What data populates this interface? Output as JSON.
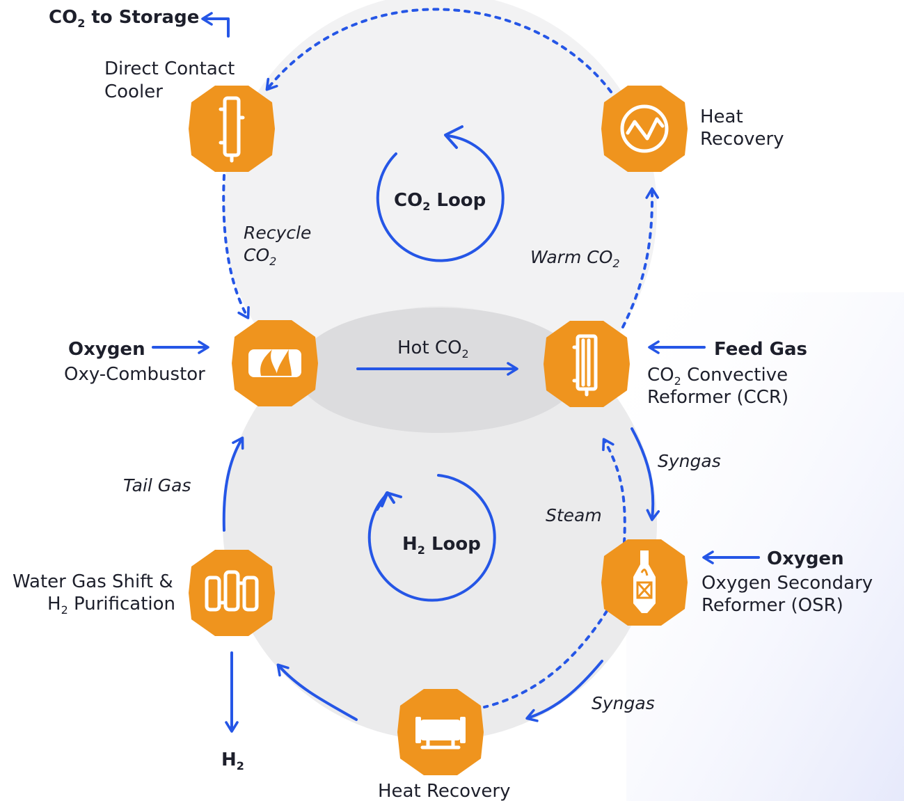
{
  "colors": {
    "accent": "#ef941e",
    "arrow": "#2556e6",
    "text": "#1d1f2b",
    "loop_bg": "#e8e8ea"
  },
  "labels": {
    "co2_to_storage": {
      "main": "CO",
      "sub": "2",
      "tail": " to Storage"
    },
    "direct_contact_cooler": {
      "line1": "Direct Contact",
      "line2": "Cooler"
    },
    "heat_recovery_top": {
      "line1": "Heat",
      "line2": "Recovery"
    },
    "co2_loop": {
      "main": "CO",
      "sub": "2",
      "tail": " Loop"
    },
    "recycle_co2": {
      "line1": "Recycle",
      "line2_main": "CO",
      "line2_sub": "2"
    },
    "warm_co2": {
      "main": "Warm CO",
      "sub": "2"
    },
    "oxygen_left": "Oxygen",
    "oxy_combustor": "Oxy-Combustor",
    "hot_co2": {
      "main": "Hot CO",
      "sub": "2"
    },
    "feed_gas": "Feed Gas",
    "ccr": {
      "line1_main": "CO",
      "line1_sub": "2",
      "line1_tail": " Convective",
      "line2": "Reformer (CCR)"
    },
    "syngas_upper": "Syngas",
    "tail_gas": "Tail Gas",
    "steam": "Steam",
    "h2_loop": {
      "main": "H",
      "sub": "2",
      "tail": " Loop"
    },
    "oxygen_right": "Oxygen",
    "osr": {
      "line1": "Oxygen Secondary",
      "line2": "Reformer (OSR)"
    },
    "wgs": {
      "line1": "Water Gas Shift &",
      "line2_main": "H",
      "line2_sub": "2",
      "line2_tail": " Purification"
    },
    "syngas_lower": "Syngas",
    "h2_output": {
      "main": "H",
      "sub": "2"
    },
    "heat_recovery_bottom": "Heat Recovery"
  },
  "icons": {
    "direct_contact_cooler": "column-tower-icon",
    "heat_recovery_top": "heat-wave-icon",
    "oxy_combustor": "flame-combustor-icon",
    "ccr": "convective-reformer-icon",
    "osr": "secondary-reformer-icon",
    "wgs": "shift-vessels-icon",
    "heat_recovery_bottom": "heat-exchanger-icon"
  }
}
